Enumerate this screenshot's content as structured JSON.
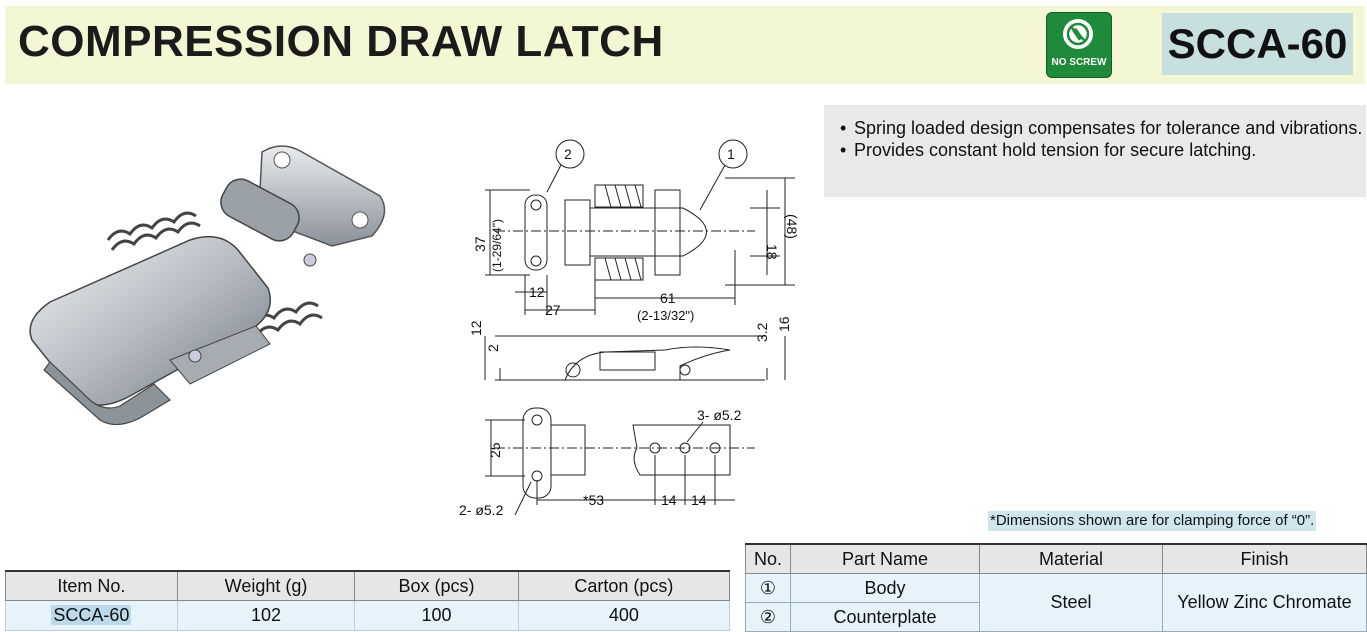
{
  "header": {
    "title": "COMPRESSION DRAW LATCH",
    "badge_text": "NO SCREW",
    "model": "SCCA-60"
  },
  "features": [
    "Spring loaded design compensates for tolerance and vibrations.",
    "Provides constant hold tension for secure latching."
  ],
  "drawing": {
    "callouts": [
      "2",
      "1"
    ],
    "dims": {
      "h37": "37",
      "h37_in": "(1-29/64\")",
      "d18": "18",
      "d48": "(48)",
      "d12": "12",
      "d27": "27",
      "d61": "61",
      "d61_in": "(2-13/32\")",
      "s12": "12",
      "s2": "2",
      "s32": "3.2",
      "s16": "16",
      "d25": "25",
      "holes3": "3- ø5.2",
      "holes2": "2- ø5.2",
      "d53": "*53",
      "d14a": "14",
      "d14b": "14"
    }
  },
  "note": "*Dimensions shown are for clamping force of “0”.",
  "spec_table": {
    "headers": [
      "Item No.",
      "Weight (g)",
      "Box (pcs)",
      "Carton (pcs)"
    ],
    "row": [
      "SCCA-60",
      "102",
      "100",
      "400"
    ]
  },
  "parts_table": {
    "headers": [
      "No.",
      "Part Name",
      "Material",
      "Finish"
    ],
    "rows": [
      {
        "no": "①",
        "name": "Body"
      },
      {
        "no": "②",
        "name": "Counterplate"
      }
    ],
    "material": "Steel",
    "finish": "Yellow Zinc Chromate"
  }
}
